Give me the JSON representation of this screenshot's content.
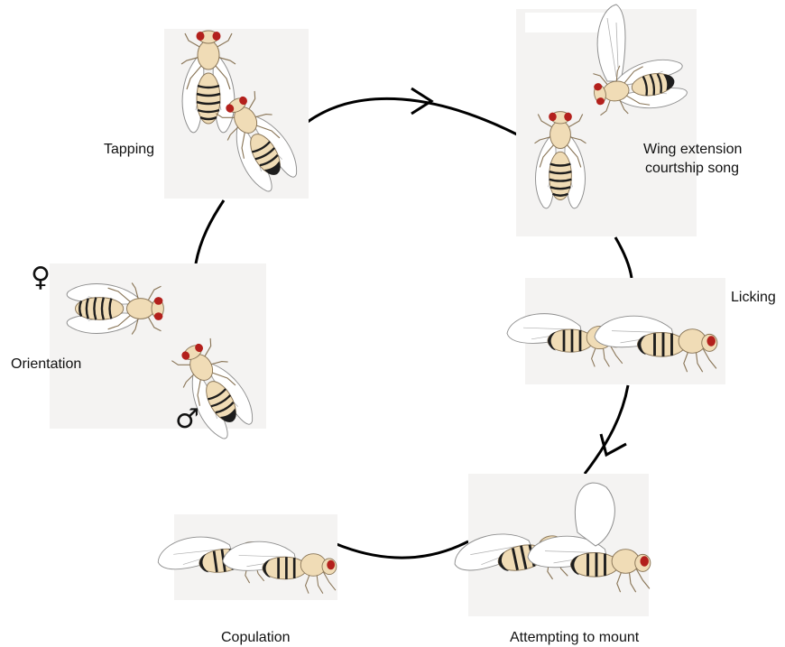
{
  "stages": [
    {
      "id": "tapping",
      "label": "Tapping"
    },
    {
      "id": "wing",
      "label": "Wing extension",
      "label2": "courtship song"
    },
    {
      "id": "licking",
      "label": "Licking"
    },
    {
      "id": "mount",
      "label": "Attempting to mount"
    },
    {
      "id": "copulation",
      "label": "Copulation"
    },
    {
      "id": "orientation",
      "label": "Orientation"
    }
  ],
  "symbols": {
    "female": "♀",
    "male": "♂"
  },
  "colors": {
    "body": "#f0dcb6",
    "body_outline": "#8a7658",
    "eye": "#b3201c",
    "abdomen_dark": "#1d1d1d",
    "wing": "#ffffff",
    "wing_outline": "#8e8e8e",
    "panel": "#f4f3f2",
    "cycle_line": "#000000"
  }
}
